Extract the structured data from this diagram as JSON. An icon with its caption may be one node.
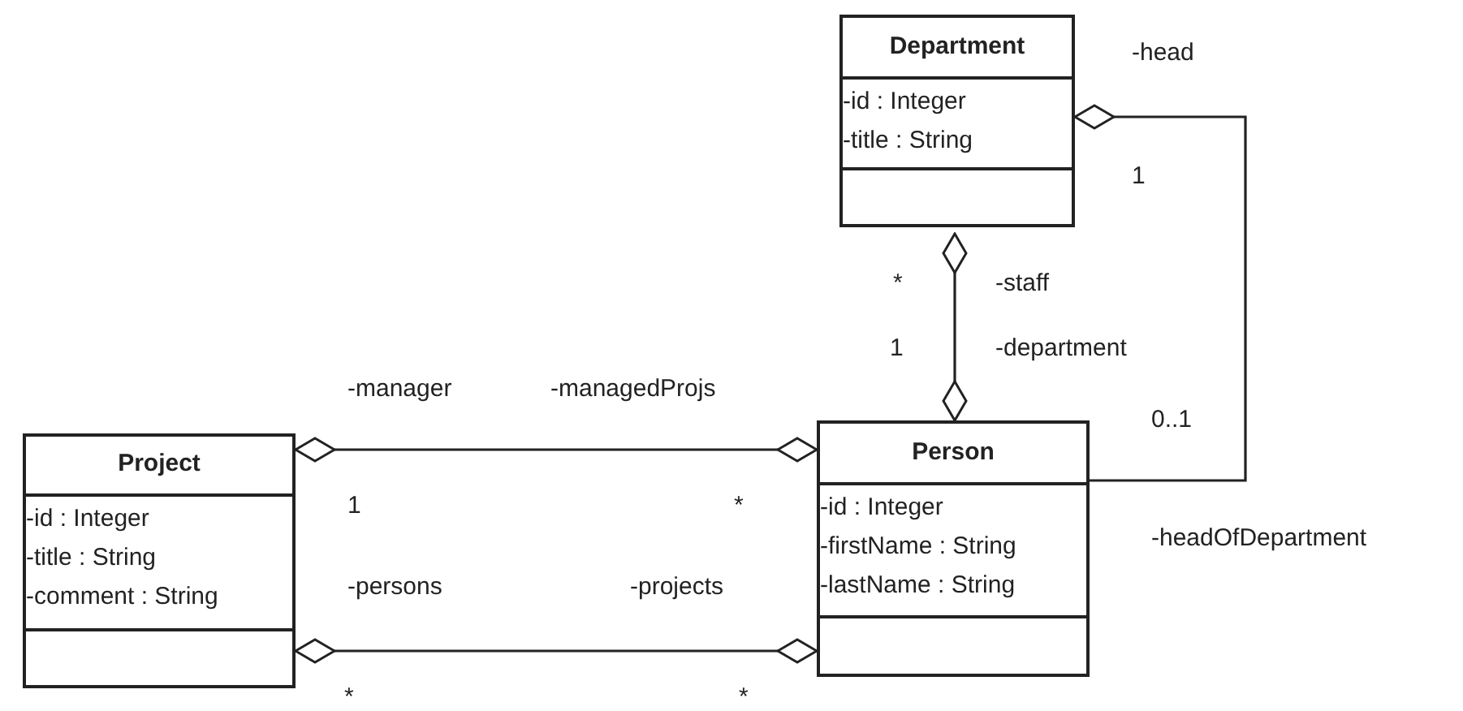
{
  "diagram": {
    "nodes": [
      {
        "text": [
          "Department",
          "-id : Integer",
          "-title : String"
        ]
      },
      {
        "text": [
          "Project",
          "-id : Integer",
          "-title : String",
          "-comment : String"
        ]
      },
      {
        "text": [
          "Person",
          "-id : Integer",
          "-firstName : String",
          "-lastName : String"
        ]
      }
    ],
    "edges": [
      {
        "from": 0,
        "to": 2,
        "arrow": "other"
      },
      {
        "from": 0,
        "to": 2,
        "arrow": "other"
      },
      {
        "from": 1,
        "to": 2,
        "arrow": "other"
      },
      {
        "from": 1,
        "to": 2,
        "arrow": "other"
      }
    ],
    "labels": [
      "-head",
      "1",
      "*",
      "-staff",
      "1",
      "-department",
      "-manager",
      "-managedProjs",
      "0..1",
      "1",
      "*",
      "-headOfDepartment",
      "-persons",
      "-projects",
      "*",
      "*"
    ]
  }
}
